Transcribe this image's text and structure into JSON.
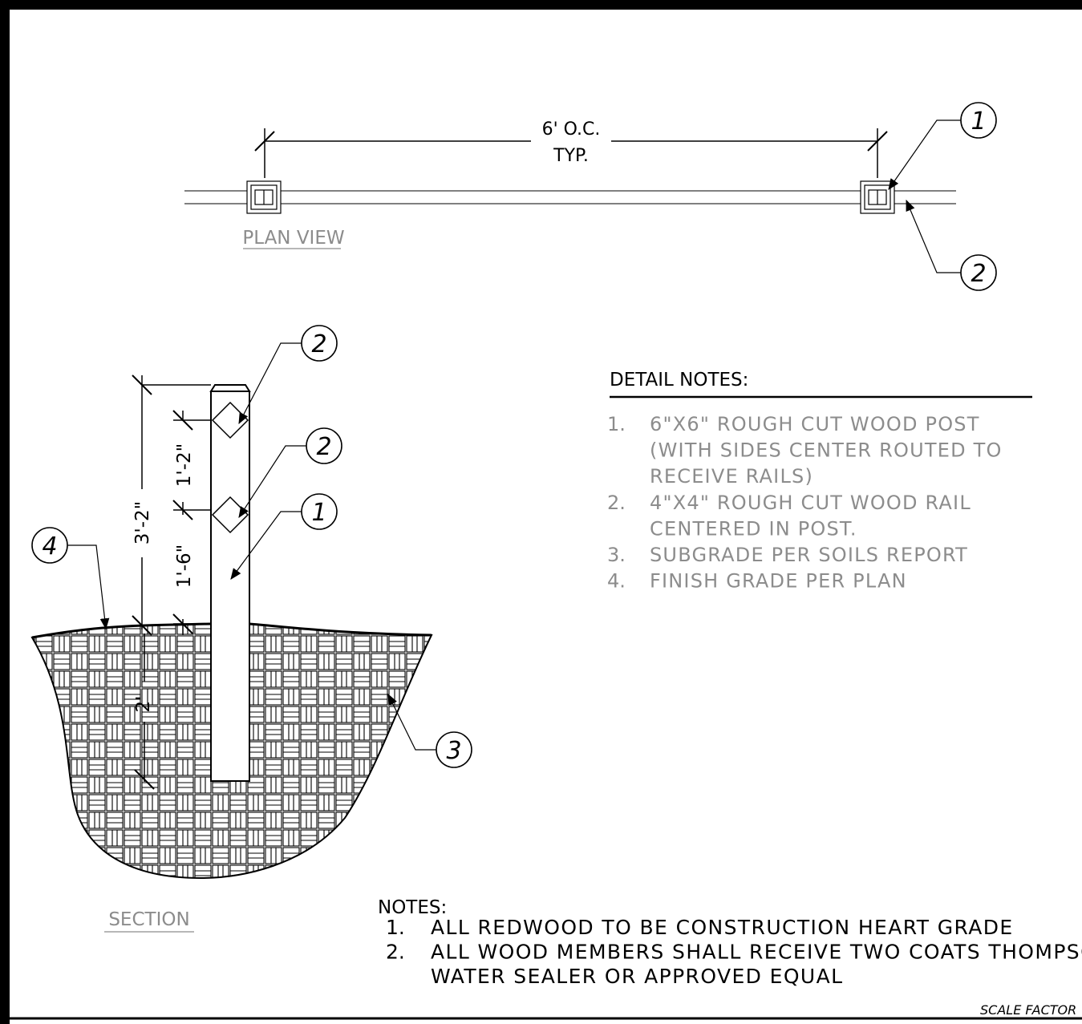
{
  "plan": {
    "spacing_line1": "6' O.C.",
    "spacing_line2": "TYP.",
    "view_label": "PLAN VIEW"
  },
  "section": {
    "view_label": "SECTION",
    "dim_total": "3'-2\"",
    "dim_upper": "1'-2\"",
    "dim_lower": "1'-6\"",
    "dim_embed": "2'"
  },
  "callouts": {
    "post": "1",
    "rail": "2",
    "subgrade": "3",
    "finish_grade": "4"
  },
  "detail_notes": {
    "heading": "DETAIL NOTES:",
    "items": [
      {
        "num": "1.",
        "lines": [
          "6\"X6\" ROUGH CUT WOOD POST",
          "(WITH SIDES CENTER ROUTED TO",
          "RECEIVE RAILS)"
        ]
      },
      {
        "num": "2.",
        "lines": [
          "4\"X4\" ROUGH CUT WOOD RAIL",
          "CENTERED IN POST."
        ]
      },
      {
        "num": "3.",
        "lines": [
          "SUBGRADE PER SOILS REPORT"
        ]
      },
      {
        "num": "4.",
        "lines": [
          "FINISH GRADE PER PLAN"
        ]
      }
    ]
  },
  "general_notes": {
    "heading": "NOTES:",
    "items": [
      {
        "num": "1.",
        "lines": [
          "ALL REDWOOD TO BE CONSTRUCTION HEART GRADE"
        ]
      },
      {
        "num": "2.",
        "lines": [
          "ALL WOOD MEMBERS SHALL RECEIVE TWO COATS THOMPSO",
          "WATER SEALER OR APPROVED EQUAL"
        ]
      }
    ]
  },
  "footer": {
    "scale_label": "SCALE FACTOR"
  },
  "colors": {
    "line": "#000000",
    "note_text": "#8c8c8c",
    "paper": "#ffffff"
  }
}
